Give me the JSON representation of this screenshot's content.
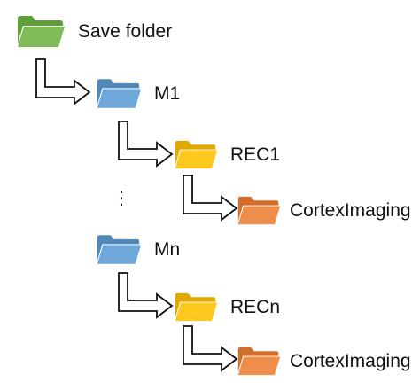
{
  "colors": {
    "root": "#6db33f",
    "level1": "#5b9bd5",
    "level2": "#ffc000",
    "level3": "#ed7d31"
  },
  "tree": {
    "root": {
      "label": "Save folder",
      "icon": "folder-icon"
    },
    "m1": {
      "label": "M1",
      "icon": "folder-icon"
    },
    "rec1": {
      "label": "REC1",
      "icon": "folder-icon"
    },
    "cortex1": {
      "label": "CortexImaging",
      "icon": "folder-icon"
    },
    "ellipsis": "⋮",
    "mn": {
      "label": "Mn",
      "icon": "folder-icon"
    },
    "recn": {
      "label": "RECn",
      "icon": "folder-icon"
    },
    "cortexn": {
      "label": "CortexImaging",
      "icon": "folder-icon"
    }
  }
}
